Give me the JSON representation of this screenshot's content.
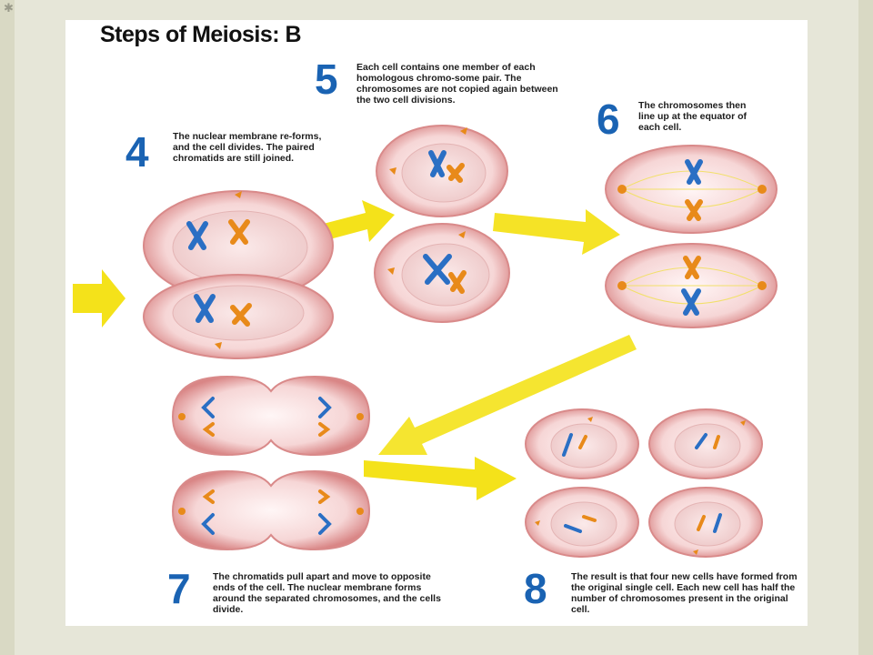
{
  "title": "Steps of Meiosis: B",
  "steps": [
    {
      "num": "4",
      "text": "The nuclear membrane re-forms, and the cell divides. The paired chromatids are still joined."
    },
    {
      "num": "5",
      "text": "Each cell contains one member of each homologous chromo-some pair. The chromosomes are not copied again between the two cell divisions."
    },
    {
      "num": "6",
      "text": "The chromosomes then line up at the equator of each cell."
    },
    {
      "num": "7",
      "text": "The chromatids pull apart and move to opposite ends of the cell. The nuclear membrane forms around the separated chromosomes, and the cells divide."
    },
    {
      "num": "8",
      "text": "The result is that four new cells have formed from the original single cell. Each new cell has half the number of chromosomes present in the original cell."
    }
  ],
  "colors": {
    "step_number": "#1a63b3",
    "chromosome_blue": "#2a6fc4",
    "chromosome_orange": "#e88a1a",
    "arrow": "#f4e21a",
    "cell_membrane": "#d98a8a",
    "cell_fill": "#f7dada"
  },
  "corner_mark": "✱"
}
